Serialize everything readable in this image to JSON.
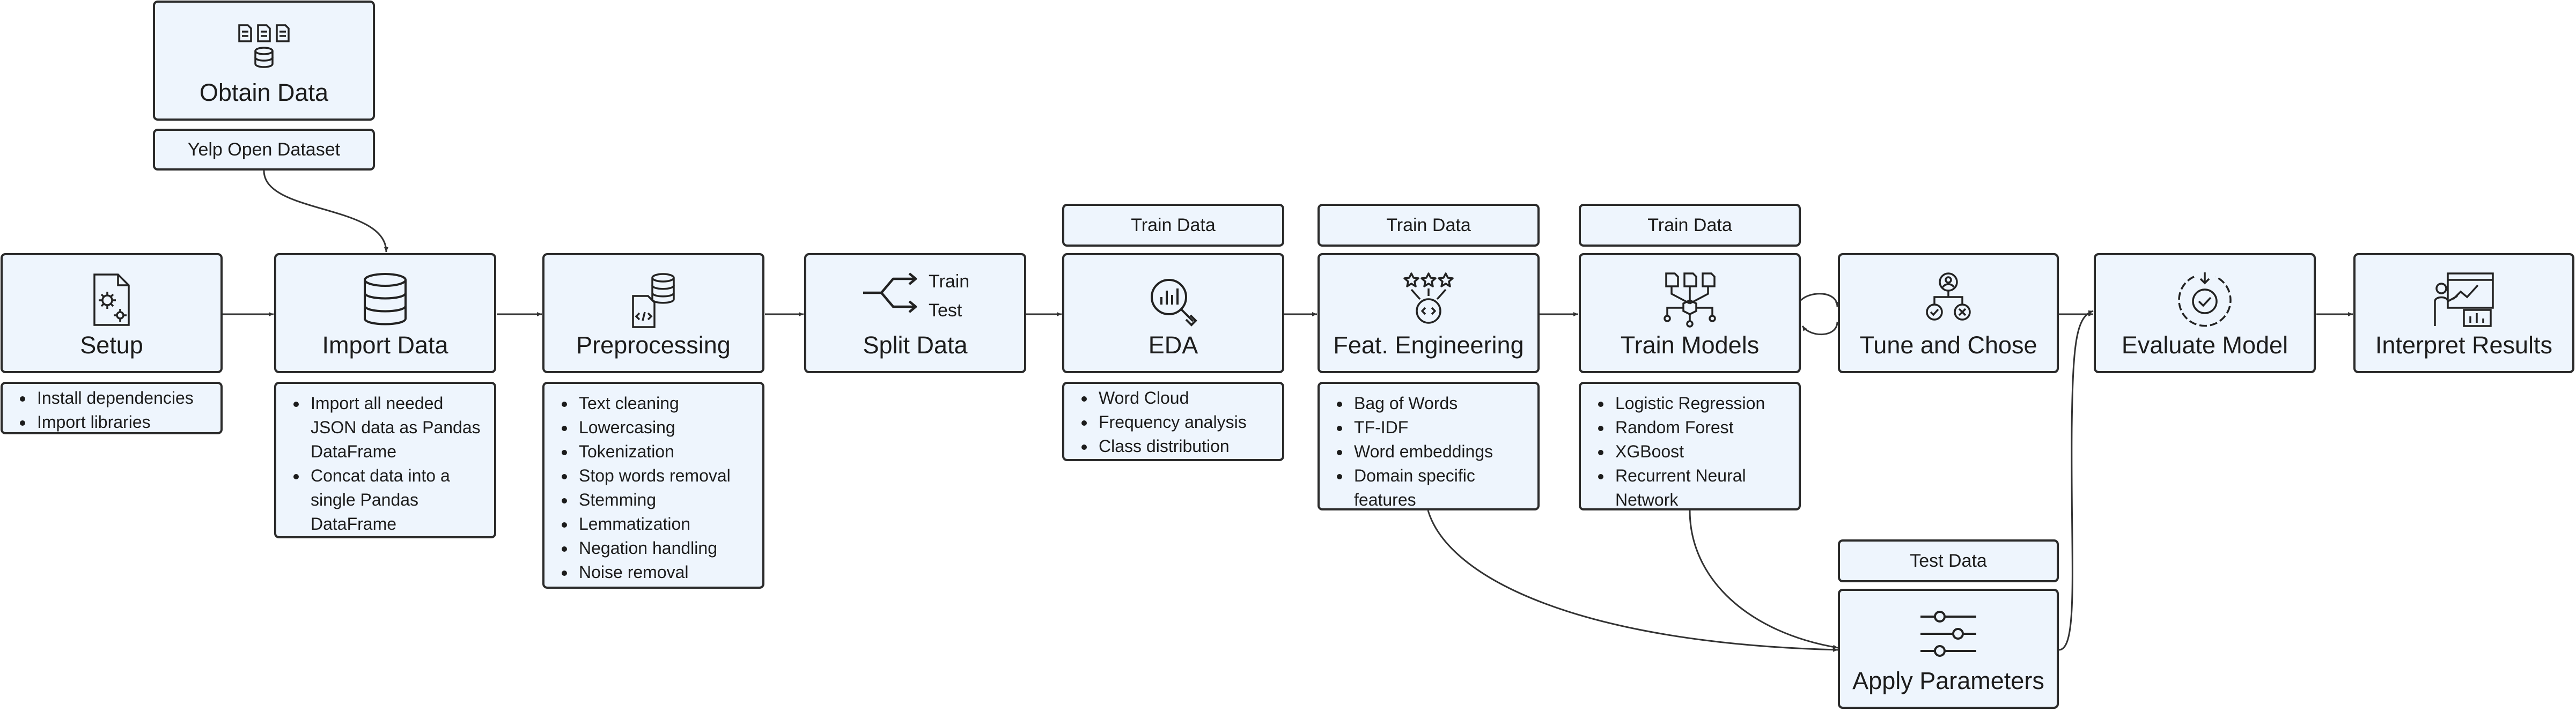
{
  "nodes": {
    "obtain": "Obtain Data",
    "setup": "Setup",
    "import": "Import Data",
    "preprocessing": "Preprocessing",
    "split": "Split Data",
    "eda": "EDA",
    "feat": "Feat. Engineering",
    "train": "Train Models",
    "tune": "Tune and Chose",
    "evaluate": "Evaluate Model",
    "interpret": "Interpret Results",
    "apply": "Apply Parameters"
  },
  "labels": {
    "yelp": "Yelp Open Dataset",
    "train_data_eda": "Train Data",
    "train_data_feat": "Train Data",
    "train_data_models": "Train Data",
    "test_data": "Test Data",
    "split_train": "Train",
    "split_test": "Test"
  },
  "lists": {
    "setup": [
      "Install dependencies",
      "Import libraries"
    ],
    "import": [
      "Import all needed JSON data as Pandas DataFrame",
      "Concat data into a single Pandas DataFrame"
    ],
    "preprocessing": [
      "Text cleaning",
      "Lowercasing",
      "Tokenization",
      "Stop words removal",
      "Stemming",
      "Lemmatization",
      "Negation handling",
      "Noise removal"
    ],
    "eda": [
      "Word Cloud",
      "Frequency analysis",
      "Class distribution"
    ],
    "feat": [
      "Bag of Words",
      "TF-IDF",
      "Word embeddings",
      "Domain specific features"
    ],
    "train": [
      "Logistic Regression",
      "Random Forest",
      "XGBoost",
      "Recurrent Neural Network"
    ]
  },
  "icons": {
    "obtain": "database-files-icon",
    "setup": "gear-document-icon",
    "import": "database-icon",
    "preprocessing": "code-database-icon",
    "split": "split-arrows-icon",
    "eda": "chart-magnifier-icon",
    "feat": "stars-code-icon",
    "train": "network-icon",
    "tune": "decision-tree-icon",
    "evaluate": "cycle-check-icon",
    "interpret": "presentation-icon",
    "apply": "sliders-icon"
  },
  "colors": {
    "box_fill": "#eef5fd",
    "border": "#2b2b2b",
    "line": "#333333"
  }
}
